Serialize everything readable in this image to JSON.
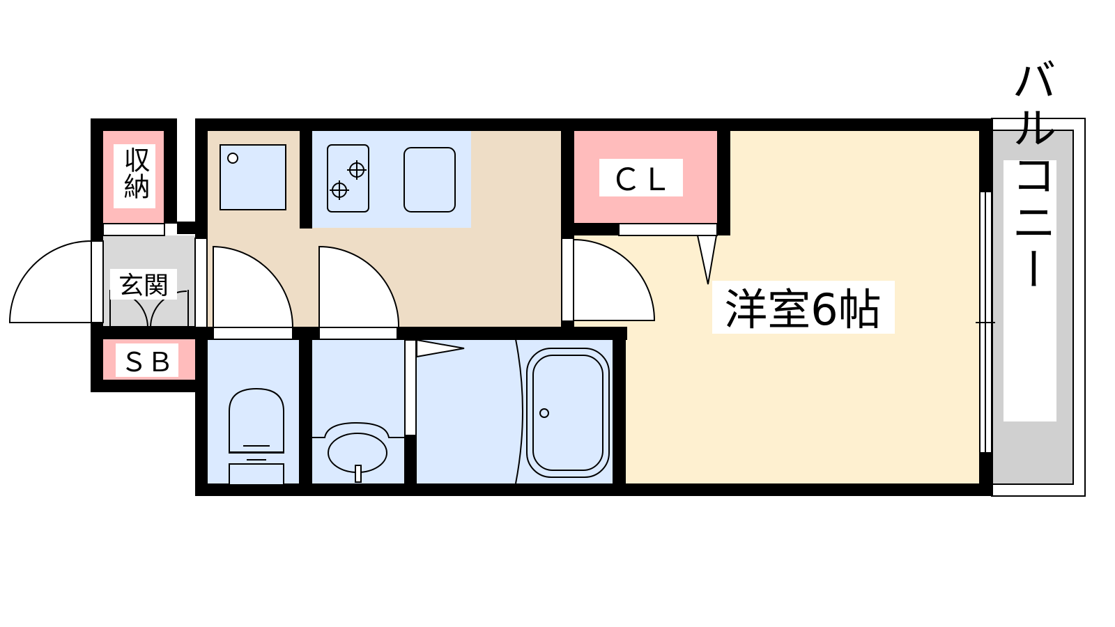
{
  "labels": {
    "storage": "収納",
    "entrance": "玄関",
    "shoe_box": "ＳＢ",
    "closet": "ＣＬ",
    "western_room": "洋室6帖",
    "balcony": "バルコニー"
  },
  "colors": {
    "wall": "#000000",
    "kitchen_floor": "#eeddc6",
    "room_floor": "#fef0d0",
    "wet_area": "#dbeaff",
    "storage": "#ffbcbc",
    "entrance_floor": "#d9d9d9",
    "balcony": "#d0d0d0"
  }
}
